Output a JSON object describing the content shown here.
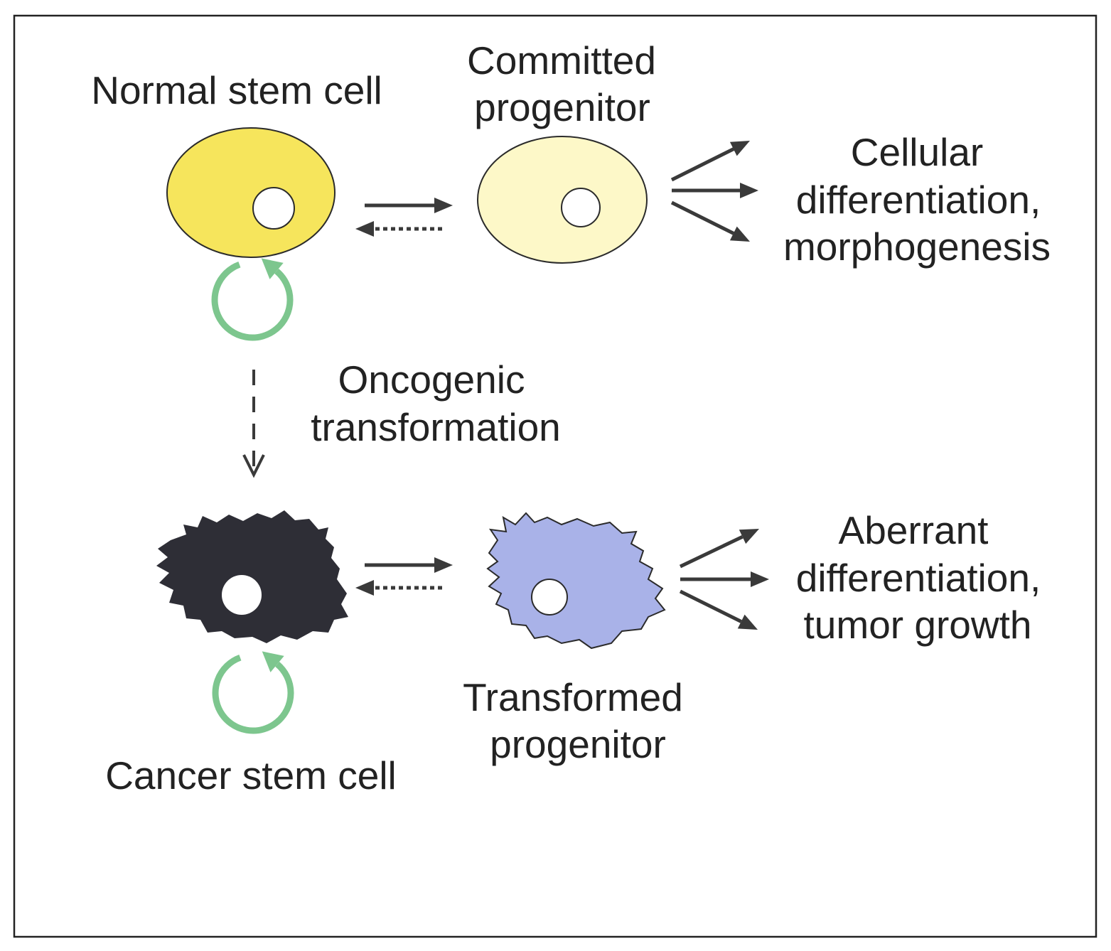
{
  "labels": {
    "normal_stem_cell": "Normal stem cell",
    "committed_progenitor": [
      "Committed",
      "progenitor"
    ],
    "normal_outcome": [
      "Cellular",
      "differentiation,",
      "morphogenesis"
    ],
    "oncogenic_transformation": [
      "Oncogenic",
      "transformation"
    ],
    "aberrant_outcome": [
      "Aberrant",
      "differentiation,",
      "tumor growth"
    ],
    "transformed_progenitor": [
      "Transformed",
      "progenitor"
    ],
    "cancer_stem_cell": "Cancer stem cell"
  },
  "colors": {
    "background": "#FFFFFF",
    "frame": "#222222",
    "normal_stem_cell": "#F6E55C",
    "committed_progenitor": "#FDF8C8",
    "cancer_stem_cell": "#2E2E36",
    "transformed_progenitor": "#A9B2E8",
    "nucleus": "#FFFFFF",
    "outline": "#2B2B2B",
    "self_renewal_arrow": "#7DC68E",
    "arrow": "#3A3A3A",
    "text": "#222222"
  }
}
